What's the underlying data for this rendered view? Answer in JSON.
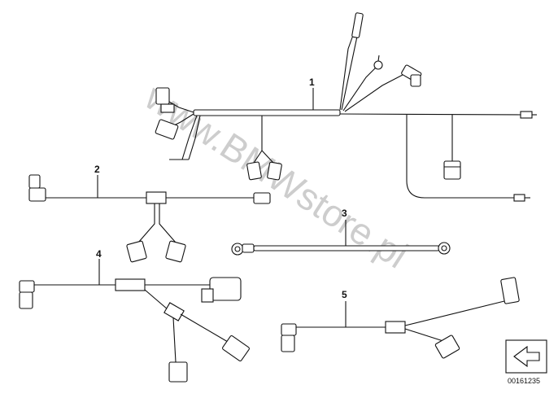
{
  "diagram": {
    "watermark": "www.BMWstore.pl",
    "part_callouts": [
      "1",
      "2",
      "3",
      "4",
      "5"
    ],
    "document_number": "00161235",
    "nav_icon": "arrow-left-icon"
  }
}
